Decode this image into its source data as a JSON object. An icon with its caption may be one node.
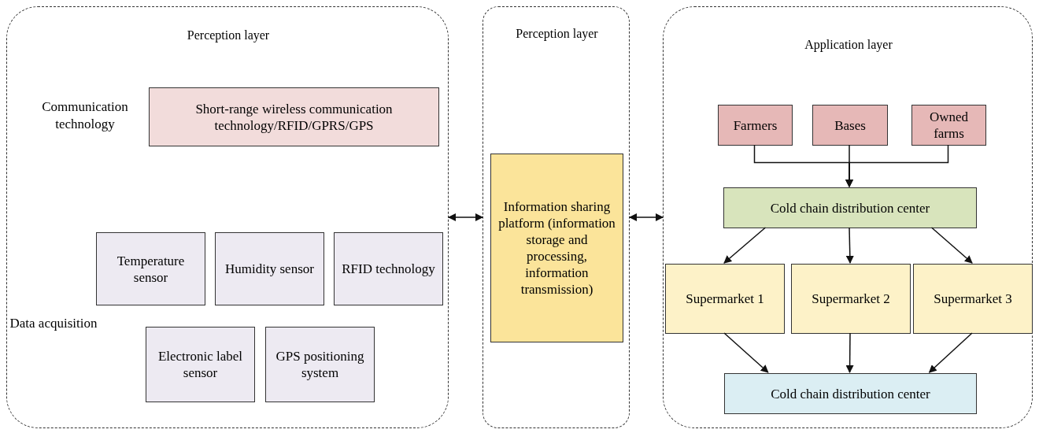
{
  "diagram": {
    "nodes": [
      {
        "text": [
          "Perception layer"
        ]
      },
      {
        "text": [
          "Short-range wireless communication technology/RFID/GPRS/GPS"
        ],
        "in": 0
      },
      {
        "text": [
          "Temperature sensor"
        ],
        "in": 0
      },
      {
        "text": [
          "Humidity sensor"
        ],
        "in": 0
      },
      {
        "text": [
          "RFID technology"
        ],
        "in": 0
      },
      {
        "text": [
          "Electronic label sensor"
        ],
        "in": 0
      },
      {
        "text": [
          "GPS positioning system"
        ],
        "in": 0
      },
      {
        "text": [
          "Perception layer"
        ]
      },
      {
        "text": [
          "Information sharing platform (information storage and processing, information transmission)"
        ],
        "in": 7
      },
      {
        "text": [
          "Application layer"
        ]
      },
      {
        "text": [
          "Farmers"
        ],
        "in": 9
      },
      {
        "text": [
          "Bases"
        ],
        "in": 9
      },
      {
        "text": [
          "Owned farms"
        ],
        "in": 9
      },
      {
        "text": [
          "Cold chain distribution center"
        ],
        "in": 9
      },
      {
        "text": [
          "Supermarket 1"
        ],
        "in": 9
      },
      {
        "text": [
          "Supermarket 2"
        ],
        "in": 9
      },
      {
        "text": [
          "Supermarket 3"
        ],
        "in": 9
      },
      {
        "text": [
          "Cold chain distribution center"
        ],
        "in": 9
      }
    ],
    "edges": [
      {
        "from": 0,
        "to": 7,
        "arrow": "both"
      },
      {
        "from": 7,
        "to": 9,
        "arrow": "both"
      },
      {
        "from": 10,
        "to": 13,
        "arrow": "to"
      },
      {
        "from": 11,
        "to": 13,
        "arrow": "to"
      },
      {
        "from": 12,
        "to": 13,
        "arrow": "to"
      },
      {
        "from": 13,
        "to": 14,
        "arrow": "to"
      },
      {
        "from": 13,
        "to": 15,
        "arrow": "to"
      },
      {
        "from": 13,
        "to": 16,
        "arrow": "to"
      },
      {
        "from": 14,
        "to": 17,
        "arrow": "to"
      },
      {
        "from": 15,
        "to": 17,
        "arrow": "to"
      },
      {
        "from": 16,
        "to": 17,
        "arrow": "to"
      }
    ],
    "labels": [
      "Communication technology",
      "Data acquisition"
    ]
  }
}
